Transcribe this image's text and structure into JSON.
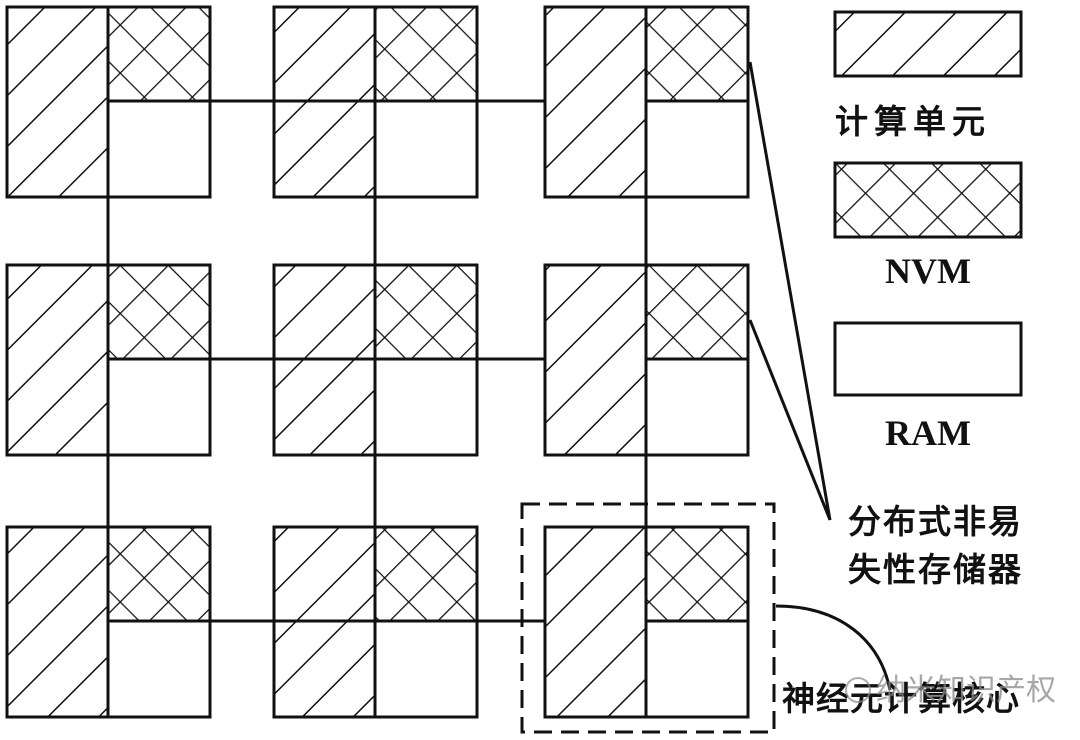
{
  "legend": {
    "compute_unit": "计算单元",
    "nvm": "NVM",
    "ram": "RAM"
  },
  "callouts": {
    "distributed_nvm_line1": "分布式非易",
    "distributed_nvm_line2": "失性存储器",
    "neural_core": "神经元计算核心"
  },
  "watermark": "纳米知识产权",
  "grid": {
    "rows": 3,
    "cols": 3
  },
  "colors": {
    "stroke": "#111111",
    "background": "#ffffff"
  }
}
